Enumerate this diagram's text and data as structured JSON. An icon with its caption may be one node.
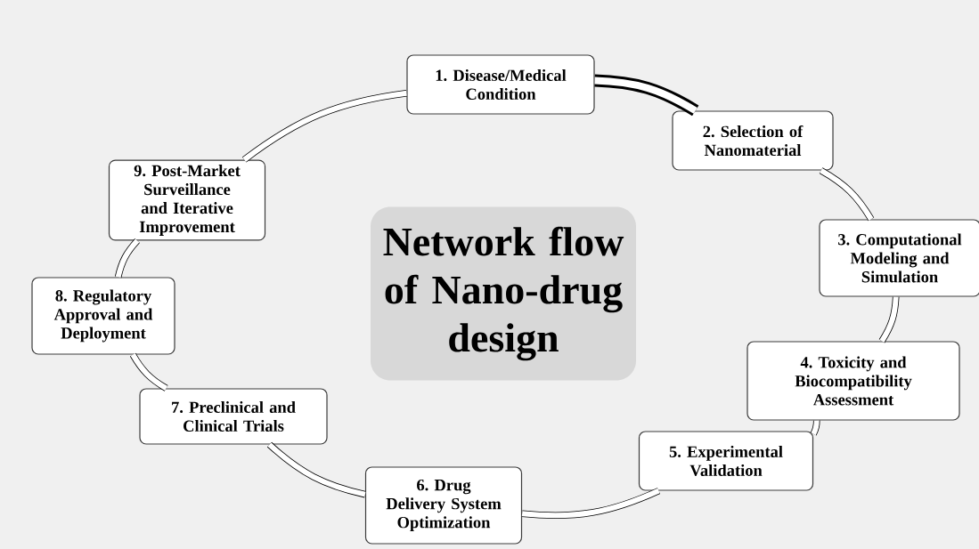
{
  "diagram": {
    "nodes": [
      {
        "text": [
          "1. Disease/Medical Condition"
        ]
      },
      {
        "text": [
          "2. Selection of Nanomaterial"
        ]
      },
      {
        "text": [
          "3. Computational Modeling and Simulation"
        ]
      },
      {
        "text": [
          "4. Toxicity and Biocompatibility Assessment"
        ]
      },
      {
        "text": [
          "5. Experimental Validation"
        ]
      },
      {
        "text": [
          "6. Drug Delivery System Optimization"
        ]
      },
      {
        "text": [
          "7. Preclinical and Clinical Trials"
        ]
      },
      {
        "text": [
          "8. Regulatory Approval and Deployment"
        ]
      },
      {
        "text": [
          "9. Post-Market Surveillance and Iterative Improvement"
        ]
      },
      {
        "text": [
          "Network flow of Nano-drug design"
        ]
      }
    ],
    "edges": [
      {
        "from": 0,
        "to": 1,
        "arrow": "none",
        "style": "thick"
      },
      {
        "from": 1,
        "to": 2,
        "arrow": "none"
      },
      {
        "from": 2,
        "to": 3,
        "arrow": "none"
      },
      {
        "from": 3,
        "to": 4,
        "arrow": "none"
      },
      {
        "from": 4,
        "to": 5,
        "arrow": "none"
      },
      {
        "from": 5,
        "to": 6,
        "arrow": "none"
      },
      {
        "from": 6,
        "to": 7,
        "arrow": "none"
      },
      {
        "from": 7,
        "to": 8,
        "arrow": "none"
      },
      {
        "from": 8,
        "to": 0,
        "arrow": "none"
      }
    ]
  }
}
